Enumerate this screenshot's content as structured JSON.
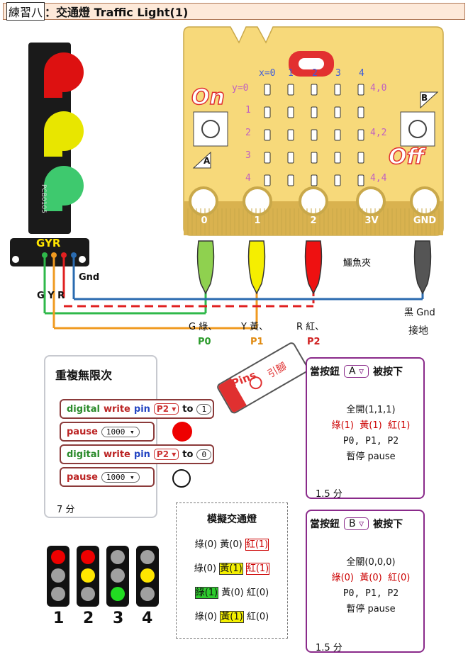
{
  "title": {
    "lesson": "練習八",
    "sep": "：",
    "text": "交通燈 Traffic Light(1)"
  },
  "module": {
    "model": "PCB0105",
    "gyr": "GYR",
    "pins_left": "G Y R",
    "gnd": "Gnd"
  },
  "board": {
    "x_axis": [
      "x=0",
      "1",
      "2",
      "3",
      "4"
    ],
    "y_axis": [
      "y=0",
      "1",
      "2",
      "3",
      "4"
    ],
    "coords": [
      "4,0",
      "4,2",
      "4,4"
    ],
    "on_text": "On",
    "off_text": "Off",
    "btn_a": "A",
    "btn_b": "B",
    "pins": [
      "0",
      "1",
      "2",
      "3V",
      "GND"
    ],
    "clip_label": "鱷魚夾"
  },
  "wiring": {
    "g": "G 綠、",
    "y": "Y 黃、",
    "r": "R 紅、",
    "p0": "P0",
    "p1": "P1",
    "p2": "P2",
    "gnd_a": "黑 Gnd",
    "gnd_b": "接地"
  },
  "pins_tag": {
    "title": "Pins",
    "glyph": "引腳"
  },
  "loop_script": {
    "forever": "重複無限次",
    "digital": "digital",
    "write": "write",
    "pin": "pin",
    "p2": "P2",
    "to": "to",
    "on_val": "1",
    "off_val": "0",
    "pause": "pause",
    "ms": "1000",
    "score": "7 分"
  },
  "event_a": {
    "when": "當按鈕",
    "btn": "A",
    "pressed": "被按下",
    "line1": "全開(1,1,1)",
    "g": "綠(1)",
    "y": "黃(1)",
    "r": "紅(1)",
    "pins": "P0, P1, P2",
    "pause": "暫停 pause",
    "score": "1.5 分"
  },
  "event_b": {
    "when": "當按鈕",
    "btn": "B",
    "pressed": "被按下",
    "line1": "全關(0,0,0)",
    "g": "綠(0)",
    "y": "黃(0)",
    "r": "紅(0)",
    "pins": "P0, P1, P2",
    "pause": "暫停 pause",
    "score": "1.5 分"
  },
  "simulation": {
    "title": "模擬交通燈",
    "rows": [
      {
        "g": "綠(0)",
        "y": "黃(0)",
        "r": "紅(1)"
      },
      {
        "g": "綠(0)",
        "y": "黃(1)",
        "r": "紅(1)"
      },
      {
        "g": "綠(1)",
        "y": "黃(0)",
        "r": "紅(0)"
      },
      {
        "g": "綠(0)",
        "y": "黃(1)",
        "r": "紅(0)"
      }
    ]
  },
  "states": {
    "labels": [
      "1",
      "2",
      "3",
      "4"
    ]
  },
  "colors": {
    "red": "#ee0000",
    "yellow": "#ffe600",
    "green": "#22dd22",
    "off": "#a0a0a0",
    "board": "#f7d97a",
    "pin_gold": "#d4a944"
  }
}
